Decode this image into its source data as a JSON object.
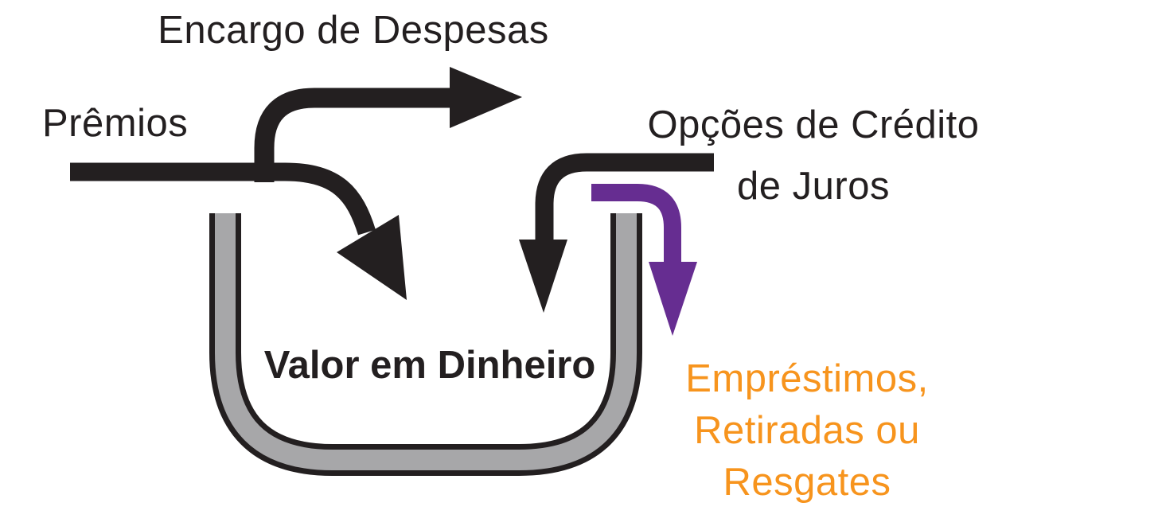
{
  "colors": {
    "ink": "#231F20",
    "purple": "#662D91",
    "orange": "#F7941D",
    "gray": "#A7A7A9",
    "background": "#FFFFFF"
  },
  "labels": {
    "expense_charge": "Encargo de Despesas",
    "premiums": "Prêmios",
    "interest_credit": {
      "lines": [
        "Opções de Crédito",
        "de Juros"
      ]
    },
    "cash_value": "Valor em Dinheiro",
    "withdrawals": {
      "lines": [
        "Empréstimos,",
        "Retiradas ou",
        "Resgates"
      ]
    }
  },
  "diagram": {
    "type": "flow",
    "container": {
      "label": "Valor em Dinheiro",
      "shape": "bucket",
      "color": "#A7A7A9"
    },
    "flows": [
      {
        "from": "Prêmios",
        "to": "Valor em Dinheiro",
        "color": "#231F20"
      },
      {
        "from": "Prêmios",
        "to": "Encargo de Despesas",
        "color": "#231F20"
      },
      {
        "from": "Opções de Crédito de Juros",
        "to": "Valor em Dinheiro",
        "color": "#231F20"
      },
      {
        "from": "Valor em Dinheiro",
        "to": "Empréstimos, Retiradas ou Resgates",
        "color": "#662D91"
      }
    ]
  }
}
